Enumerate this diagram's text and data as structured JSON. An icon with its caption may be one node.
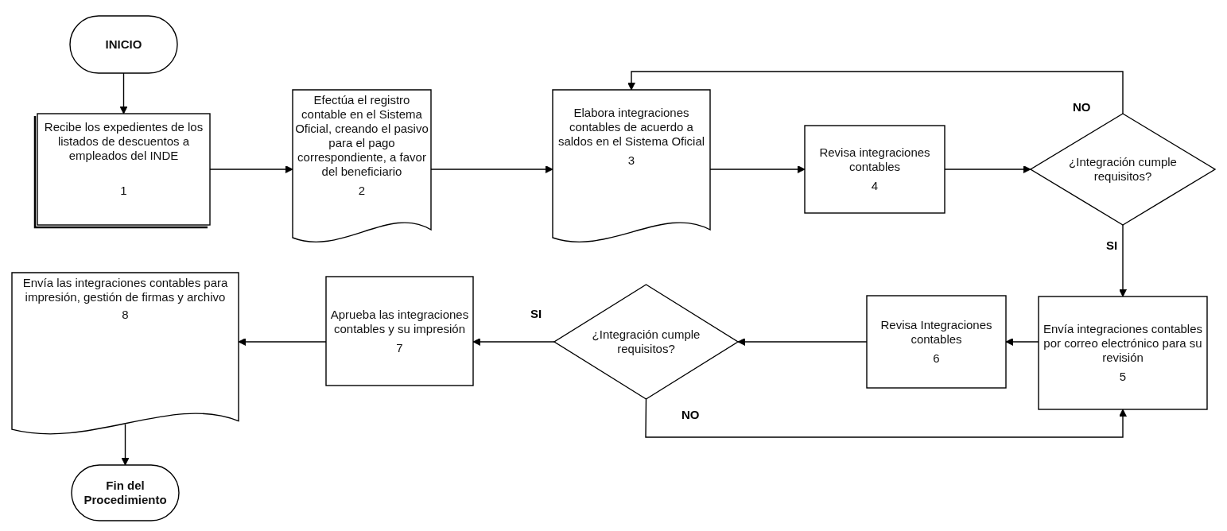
{
  "diagram": {
    "nodes": [
      {
        "text": [
          "INICIO"
        ]
      },
      {
        "text": [
          "Recibe los expedientes de los listados de descuentos a empleados del INDE",
          "1"
        ]
      },
      {
        "text": [
          "Efectúa el registro contable en el Sistema Oficial, creando el pasivo para el pago correspondiente, a favor del beneficiario",
          "2"
        ]
      },
      {
        "text": [
          "Elabora integraciones contables de acuerdo a saldos en el Sistema Oficial",
          "3"
        ]
      },
      {
        "text": [
          "Revisa integraciones contables",
          "4"
        ]
      },
      {
        "text": [
          "¿Integración cumple requisitos?"
        ]
      },
      {
        "text": [
          "Envía integraciones contables por correo electrónico para su revisión",
          "5"
        ]
      },
      {
        "text": [
          "Revisa Integraciones contables",
          "6"
        ]
      },
      {
        "text": [
          "¿Integración cumple requisitos?"
        ]
      },
      {
        "text": [
          "Aprueba las integraciones contables y su impresión",
          "7"
        ]
      },
      {
        "text": [
          "Envía las integraciones contables para impresión, gestión de firmas y archivo",
          "8"
        ]
      },
      {
        "text": [
          "Fin del Procedimiento"
        ]
      }
    ],
    "edges": [
      {
        "from": 0,
        "to": 1,
        "arrow": "to"
      },
      {
        "from": 1,
        "to": 2,
        "arrow": "to"
      },
      {
        "from": 2,
        "to": 3,
        "arrow": "to"
      },
      {
        "from": 3,
        "to": 4,
        "arrow": "to"
      },
      {
        "from": 4,
        "to": 5,
        "arrow": "to"
      },
      {
        "from": 5,
        "to": 3,
        "arrow": "to",
        "label": "NO"
      },
      {
        "from": 5,
        "to": 6,
        "arrow": "to",
        "label": "SI"
      },
      {
        "from": 6,
        "to": 7,
        "arrow": "to"
      },
      {
        "from": 7,
        "to": 8,
        "arrow": "to"
      },
      {
        "from": 8,
        "to": 9,
        "arrow": "to",
        "label": "SI"
      },
      {
        "from": 8,
        "to": 6,
        "arrow": "to",
        "label": "NO"
      },
      {
        "from": 9,
        "to": 10,
        "arrow": "to"
      },
      {
        "from": 10,
        "to": 11,
        "arrow": "to"
      }
    ]
  }
}
